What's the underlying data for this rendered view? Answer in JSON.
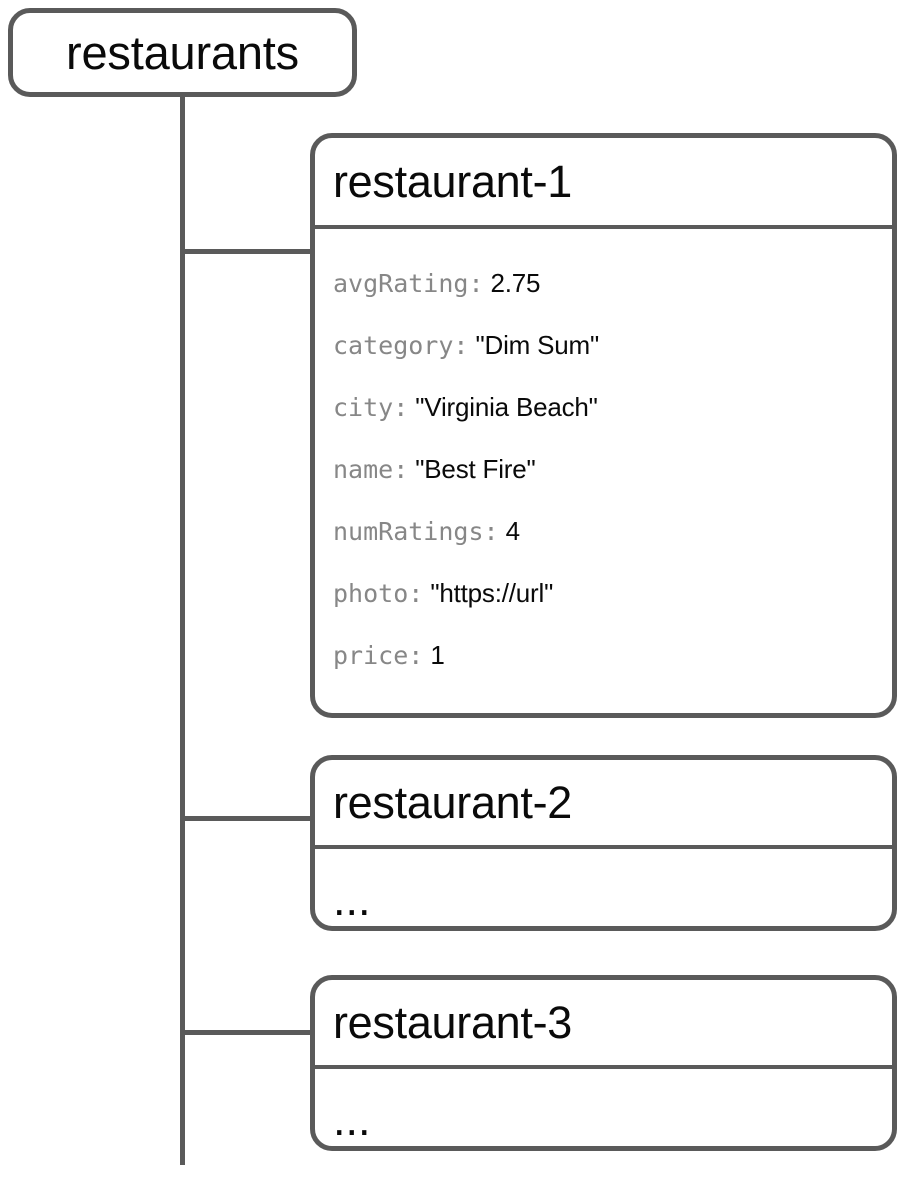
{
  "diagram": {
    "type": "firestore-collection-tree",
    "root": {
      "label": "restaurants",
      "kind": "collection"
    },
    "documents": [
      {
        "id": "restaurant-1",
        "expanded": true,
        "fields": [
          {
            "key": "avgRating:",
            "value": "2.75"
          },
          {
            "key": "category:",
            "value": "\"Dim Sum\""
          },
          {
            "key": "city:",
            "value": "\"Virginia Beach\""
          },
          {
            "key": "name:",
            "value": "\"Best Fire\""
          },
          {
            "key": "numRatings:",
            "value": "4"
          },
          {
            "key": "photo:",
            "value": "\"https://url\""
          },
          {
            "key": "price:",
            "value": "1"
          }
        ]
      },
      {
        "id": "restaurant-2",
        "expanded": false,
        "placeholder": "..."
      },
      {
        "id": "restaurant-3",
        "expanded": false,
        "placeholder": "..."
      }
    ],
    "colors": {
      "stroke": "#5a5a5a",
      "key_text": "#878787",
      "value_text": "#0a0a0a",
      "background": "#ffffff"
    }
  }
}
